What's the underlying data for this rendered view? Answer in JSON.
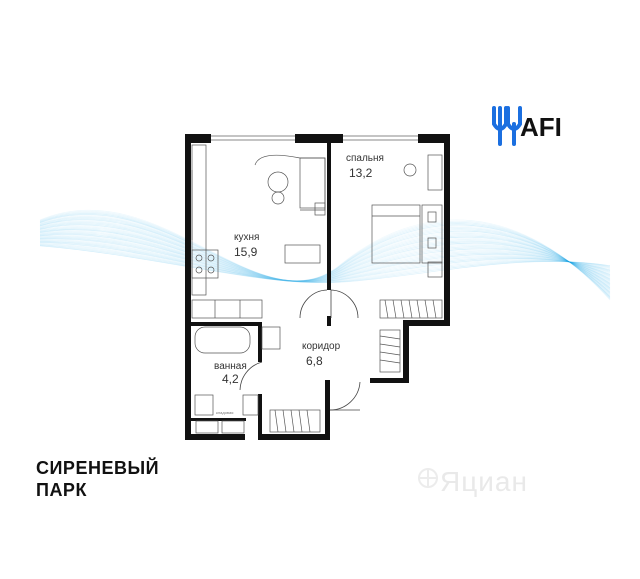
{
  "brand": {
    "logo_text": "AFI",
    "project_line1": "СИРЕНЕВЫЙ",
    "project_line2": "ПАРК",
    "watermark": "Яциан",
    "accent_color": "#1aa7e8",
    "logo_color": "#1b6fe0"
  },
  "rooms": [
    {
      "id": "kitchen",
      "name": "кухня",
      "area": "15,9"
    },
    {
      "id": "bedroom",
      "name": "спальня",
      "area": "13,2"
    },
    {
      "id": "corridor",
      "name": "коридор",
      "area": "6,8"
    },
    {
      "id": "bathroom",
      "name": "ванная",
      "area": "4,2"
    }
  ],
  "small_text": "кладовая"
}
